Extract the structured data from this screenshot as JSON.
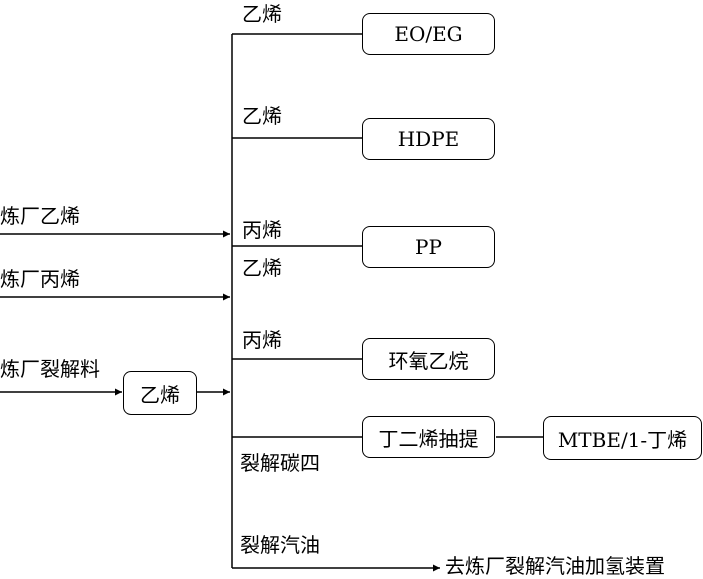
{
  "inputs": {
    "refinery_ethylene": "炼厂乙烯",
    "refinery_propylene": "炼厂丙烯",
    "refinery_cracking_feed": "炼厂裂解料"
  },
  "cracker": {
    "label": "乙烯"
  },
  "branches": {
    "to_eoeg": "乙烯",
    "to_hdpe": "乙烯",
    "to_pp_propylene": "丙烯",
    "to_pp_ethylene": "乙烯",
    "to_po_propylene": "丙烯",
    "c4": "裂解碳四",
    "gasoline": "裂解汽油"
  },
  "products": {
    "eoeg": "EO/EG",
    "hdpe": "HDPE",
    "pp": "PP",
    "propylene_oxide": "环氧乙烷",
    "butadiene_extraction": "丁二烯抽提",
    "mtbe": "MTBE/1-丁烯"
  },
  "outlet": {
    "gasoline_hydro": "去炼厂裂解汽油加氢装置"
  }
}
